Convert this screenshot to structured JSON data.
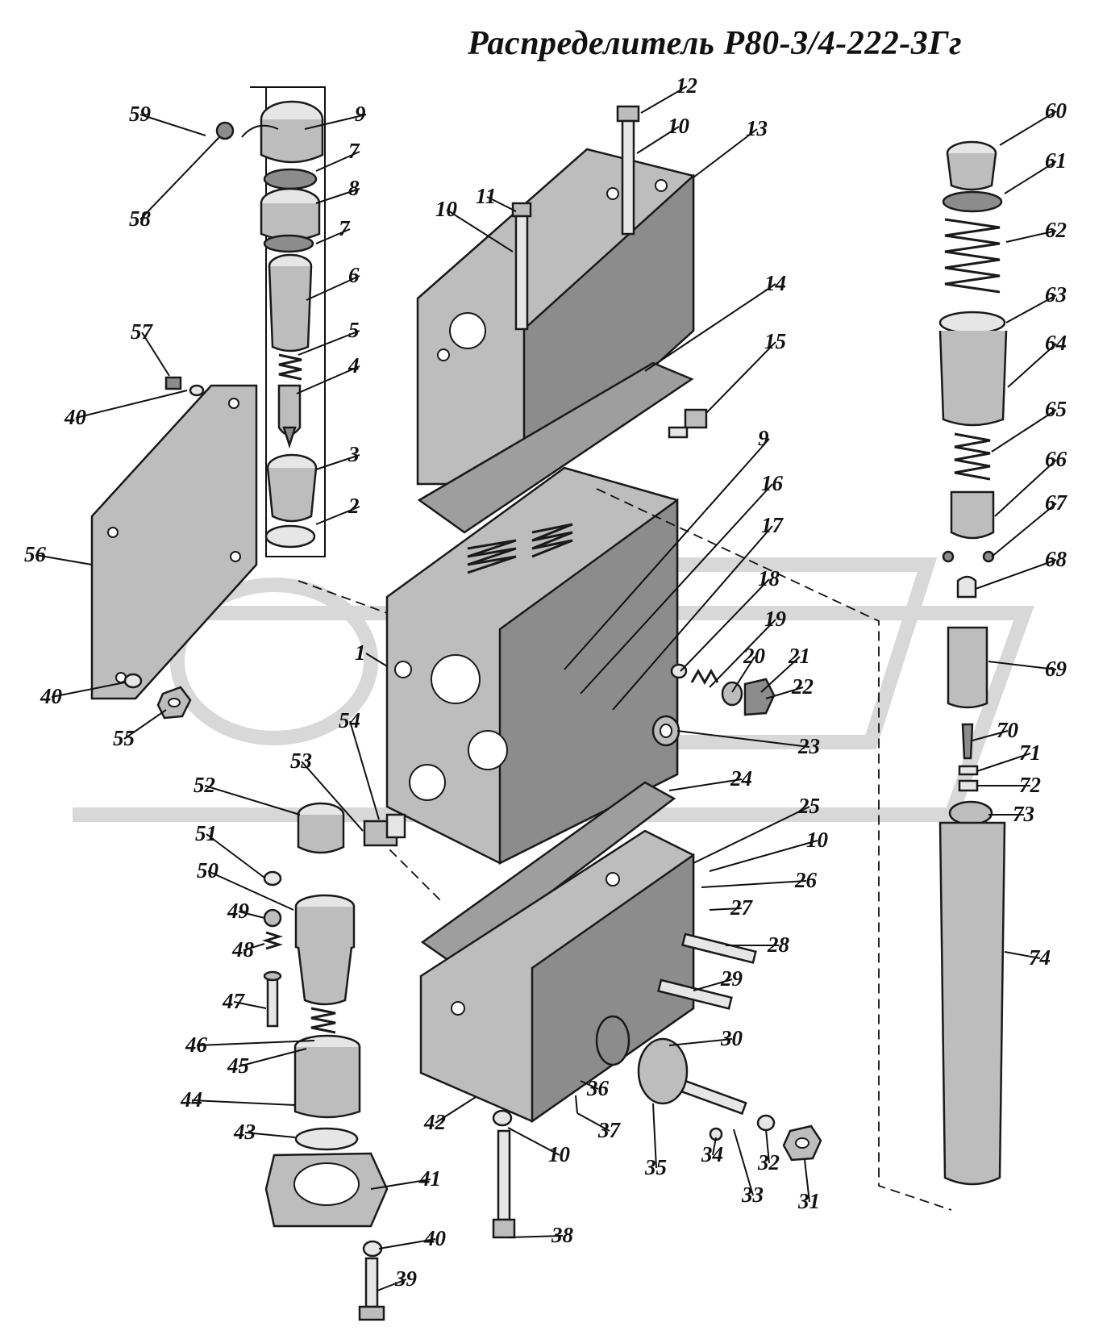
{
  "title": "Распределитель Р80-3/4-222-3Гг",
  "callouts": [
    {
      "id": "c1",
      "label": "1"
    },
    {
      "id": "c2",
      "label": "2"
    },
    {
      "id": "c3",
      "label": "3"
    },
    {
      "id": "c4",
      "label": "4"
    },
    {
      "id": "c5",
      "label": "5"
    },
    {
      "id": "c6",
      "label": "6"
    },
    {
      "id": "c7a",
      "label": "7"
    },
    {
      "id": "c7b",
      "label": "7"
    },
    {
      "id": "c8",
      "label": "8"
    },
    {
      "id": "c9a",
      "label": "9"
    },
    {
      "id": "c9b",
      "label": "9"
    },
    {
      "id": "c10a",
      "label": "10"
    },
    {
      "id": "c10b",
      "label": "10"
    },
    {
      "id": "c10c",
      "label": "10"
    },
    {
      "id": "c10d",
      "label": "10"
    },
    {
      "id": "c11",
      "label": "11"
    },
    {
      "id": "c12",
      "label": "12"
    },
    {
      "id": "c13",
      "label": "13"
    },
    {
      "id": "c14",
      "label": "14"
    },
    {
      "id": "c15",
      "label": "15"
    },
    {
      "id": "c16",
      "label": "16"
    },
    {
      "id": "c17",
      "label": "17"
    },
    {
      "id": "c18",
      "label": "18"
    },
    {
      "id": "c19",
      "label": "19"
    },
    {
      "id": "c20",
      "label": "20"
    },
    {
      "id": "c21",
      "label": "21"
    },
    {
      "id": "c22",
      "label": "22"
    },
    {
      "id": "c23",
      "label": "23"
    },
    {
      "id": "c24",
      "label": "24"
    },
    {
      "id": "c25",
      "label": "25"
    },
    {
      "id": "c26",
      "label": "26"
    },
    {
      "id": "c27",
      "label": "27"
    },
    {
      "id": "c28",
      "label": "28"
    },
    {
      "id": "c29",
      "label": "29"
    },
    {
      "id": "c30",
      "label": "30"
    },
    {
      "id": "c31",
      "label": "31"
    },
    {
      "id": "c32",
      "label": "32"
    },
    {
      "id": "c33",
      "label": "33"
    },
    {
      "id": "c34",
      "label": "34"
    },
    {
      "id": "c35",
      "label": "35"
    },
    {
      "id": "c36",
      "label": "36"
    },
    {
      "id": "c37",
      "label": "37"
    },
    {
      "id": "c38",
      "label": "38"
    },
    {
      "id": "c39",
      "label": "39"
    },
    {
      "id": "c40a",
      "label": "40"
    },
    {
      "id": "c40b",
      "label": "40"
    },
    {
      "id": "c40c",
      "label": "40"
    },
    {
      "id": "c41",
      "label": "41"
    },
    {
      "id": "c42",
      "label": "42"
    },
    {
      "id": "c43",
      "label": "43"
    },
    {
      "id": "c44",
      "label": "44"
    },
    {
      "id": "c45",
      "label": "45"
    },
    {
      "id": "c46",
      "label": "46"
    },
    {
      "id": "c47",
      "label": "47"
    },
    {
      "id": "c48",
      "label": "48"
    },
    {
      "id": "c49",
      "label": "49"
    },
    {
      "id": "c50",
      "label": "50"
    },
    {
      "id": "c51",
      "label": "51"
    },
    {
      "id": "c52",
      "label": "52"
    },
    {
      "id": "c53",
      "label": "53"
    },
    {
      "id": "c54",
      "label": "54"
    },
    {
      "id": "c55",
      "label": "55"
    },
    {
      "id": "c56",
      "label": "56"
    },
    {
      "id": "c57",
      "label": "57"
    },
    {
      "id": "c58",
      "label": "58"
    },
    {
      "id": "c59",
      "label": "59"
    },
    {
      "id": "c60",
      "label": "60"
    },
    {
      "id": "c61",
      "label": "61"
    },
    {
      "id": "c62",
      "label": "62"
    },
    {
      "id": "c63",
      "label": "63"
    },
    {
      "id": "c64",
      "label": "64"
    },
    {
      "id": "c65",
      "label": "65"
    },
    {
      "id": "c66",
      "label": "66"
    },
    {
      "id": "c67",
      "label": "67"
    },
    {
      "id": "c68",
      "label": "68"
    },
    {
      "id": "c69",
      "label": "69"
    },
    {
      "id": "c70",
      "label": "70"
    },
    {
      "id": "c71",
      "label": "71"
    },
    {
      "id": "c72",
      "label": "72"
    },
    {
      "id": "c73",
      "label": "73"
    },
    {
      "id": "c74",
      "label": "74"
    }
  ]
}
